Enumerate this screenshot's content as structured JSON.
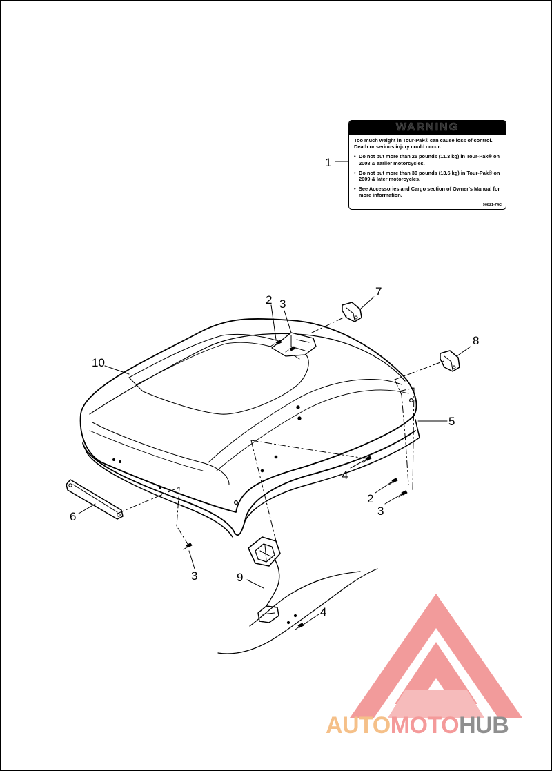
{
  "warning_label": {
    "header": "WARNING",
    "intro": "Too much weight in Tour-Pak® can cause loss of control. Death or serious injury could occur.",
    "bullets": [
      "Do not put more than 25 pounds (11.3 kg) in Tour-Pak® on 2008 & earlier motorcycles.",
      "Do not put more than 30 pounds (13.6 kg) in Tour-Pak® on 2009 & later motorcycles.",
      "See Accessories and Cargo section of Owner's Manual for more information."
    ],
    "part_code": "90821-74C"
  },
  "callouts": {
    "c1": "1",
    "c2_top": "2",
    "c3_top": "3",
    "c7": "7",
    "c8": "8",
    "c10": "10",
    "c5": "5",
    "c4_mid": "4",
    "c2_right": "2",
    "c3_right": "3",
    "c6": "6",
    "c3_bottom": "3",
    "c9": "9",
    "c4_bottom": "4"
  },
  "watermark": {
    "part1": "AUTO",
    "part2": "MOTO",
    "part3": "HUB",
    "colors": {
      "auto": "#f5c089",
      "moto": "#f49a9a",
      "hub": "#8f8f8f",
      "logo": "#f08a8a"
    }
  }
}
